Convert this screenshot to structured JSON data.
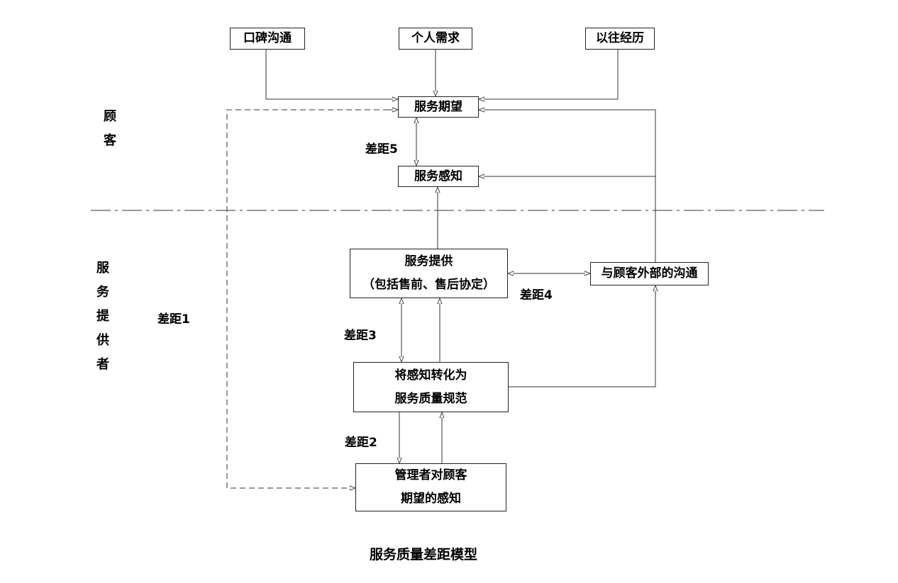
{
  "title": "服务质量差距模型",
  "sides": {
    "customer": "顾客",
    "provider": "服务提供者"
  },
  "boxes": {
    "word_of_mouth": "口碑沟通",
    "personal_needs": "个人需求",
    "past_experience": "以往经历",
    "expected_service": "服务期望",
    "perceived_service": "服务感知",
    "service_delivery": [
      "服务提供",
      "（包括售前、售后协定）"
    ],
    "external_comm": "与顾客外部的沟通",
    "spec_translation": [
      "将感知转化为",
      "服务质量规范"
    ],
    "mgmt_perception": [
      "管理者对顾客",
      "期望的感知"
    ]
  },
  "gaps": {
    "gap1": "差距1",
    "gap2": "差距2",
    "gap3": "差距3",
    "gap4": "差距4",
    "gap5": "差距5"
  }
}
